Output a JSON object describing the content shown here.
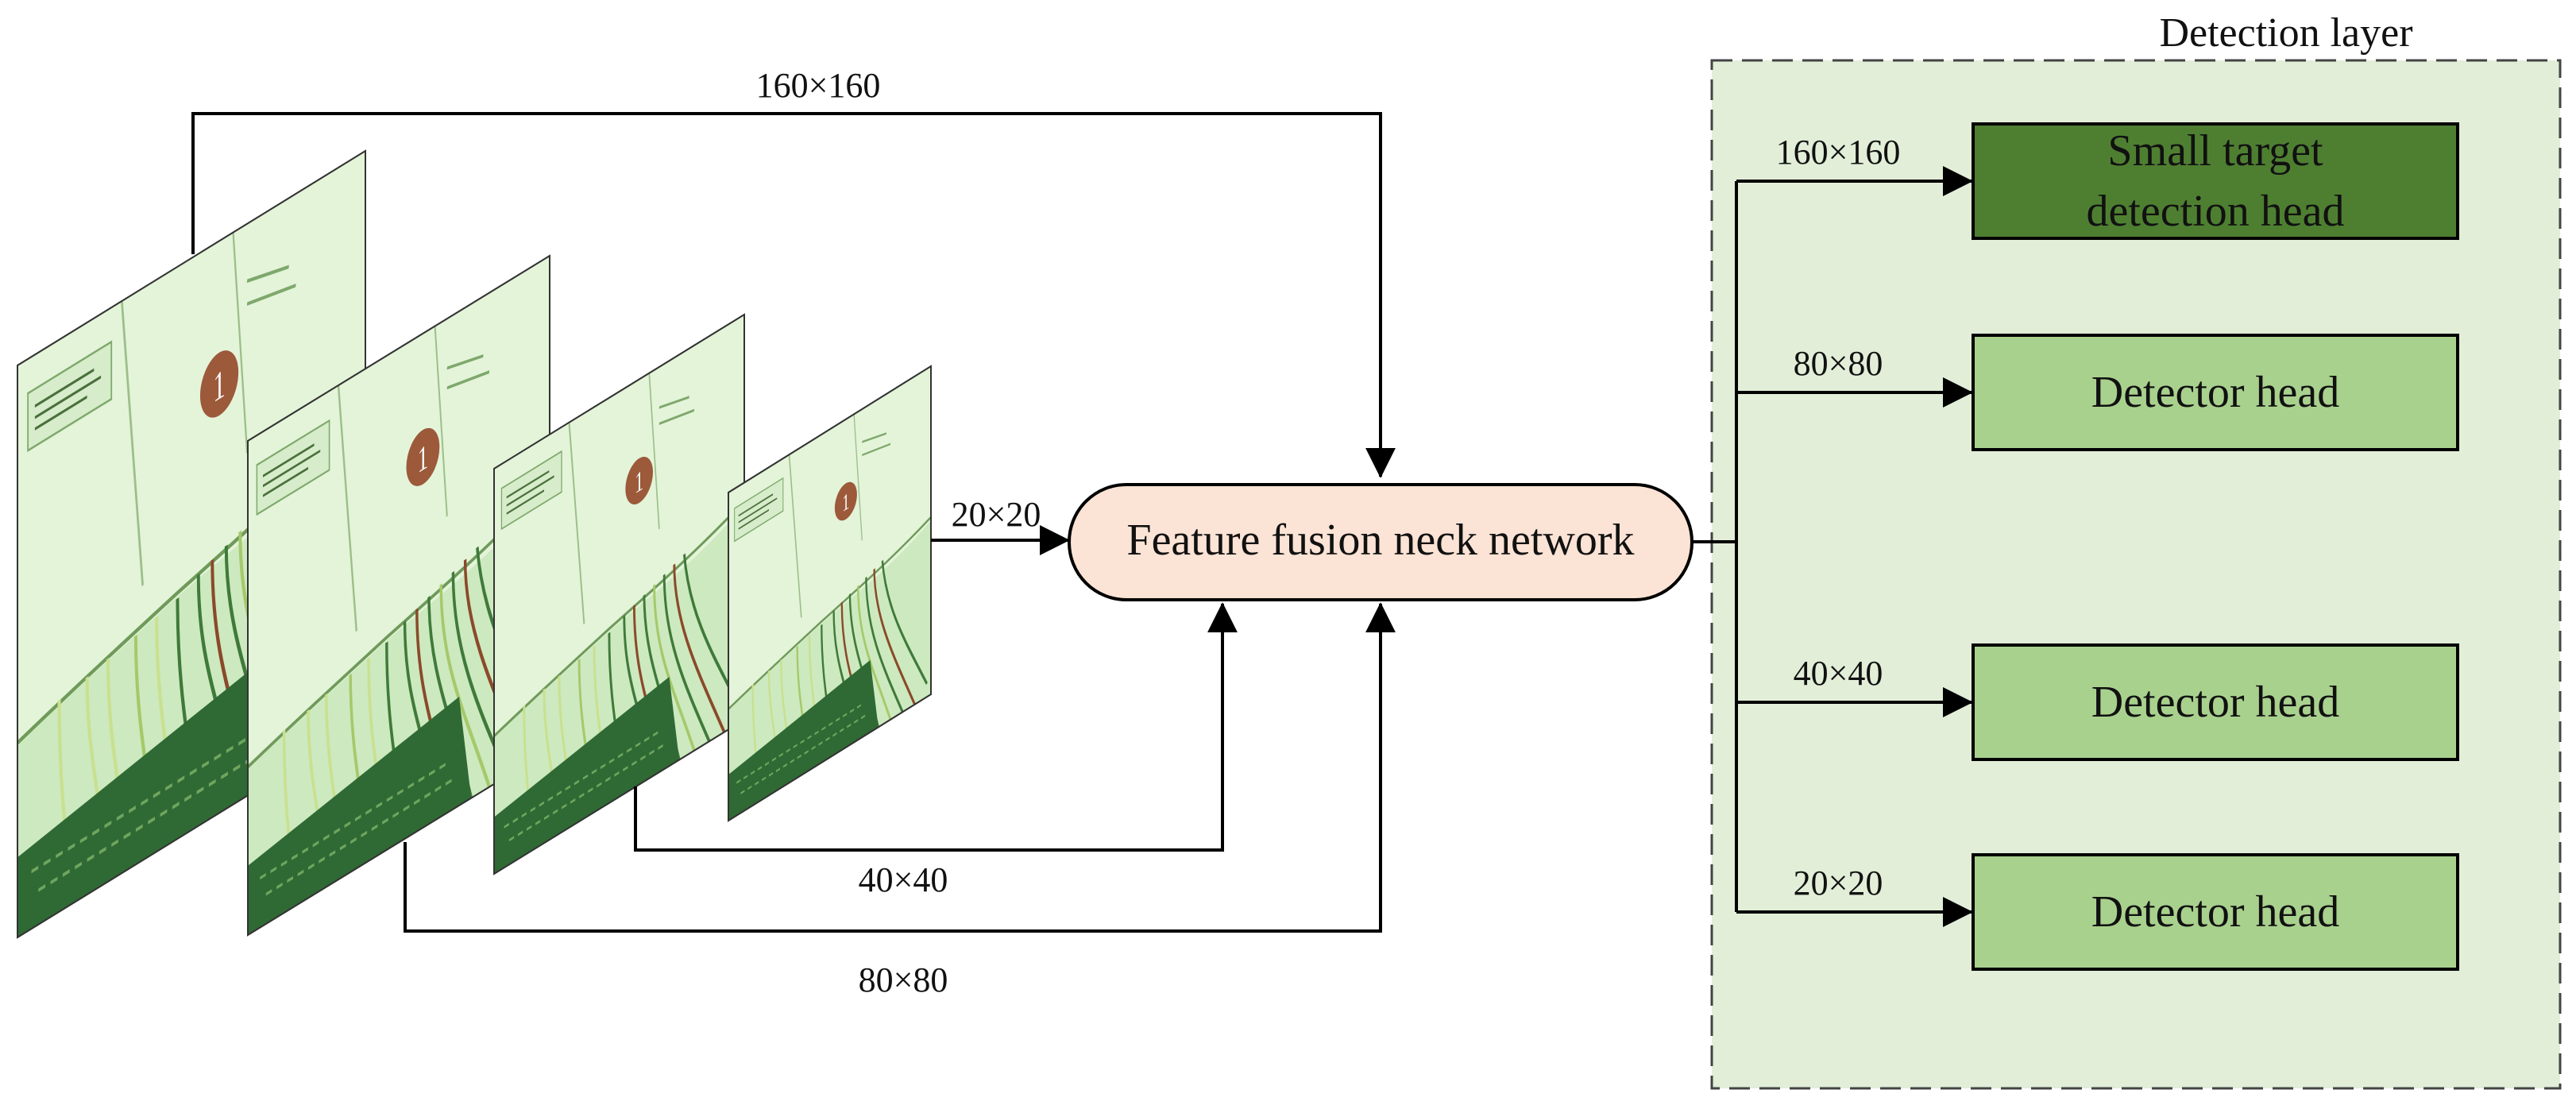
{
  "detection_layer": {
    "title": "Detection layer",
    "bg_color": "#e2eed8",
    "heads": [
      {
        "scale": "160×160",
        "lines": [
          "Small target",
          "detection head"
        ],
        "fill": "#4e7f31"
      },
      {
        "scale": "80×80",
        "lines": [
          "Detector head"
        ],
        "fill": "#a9d18e"
      },
      {
        "scale": "40×40",
        "lines": [
          "Detector head"
        ],
        "fill": "#a9d18e"
      },
      {
        "scale": "20×20",
        "lines": [
          "Detector head"
        ],
        "fill": "#a9d18e"
      }
    ]
  },
  "neck": {
    "label": "Feature fusion neck network",
    "fill": "#fbe3d5"
  },
  "inputs": {
    "scale_labels": {
      "s160": "160×160",
      "s80": "80×80",
      "s40": "40×40",
      "s20": "20×20"
    },
    "marker_text": "1",
    "tint_color": "#c8eab8"
  }
}
